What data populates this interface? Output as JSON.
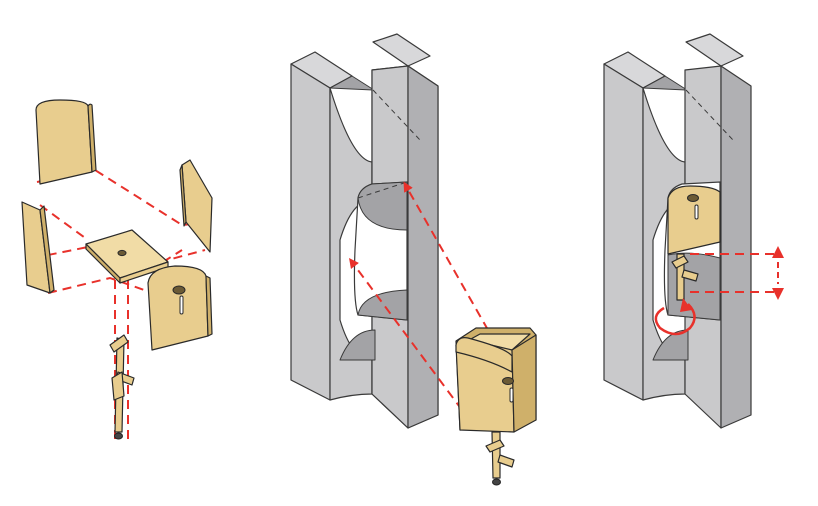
{
  "figure": {
    "panels": [
      {
        "id": "panel-exploded-cradle"
      },
      {
        "id": "panel-insert-cradle"
      },
      {
        "id": "panel-installed-adjust"
      }
    ]
  },
  "colors": {
    "wood": "#e8cd8e",
    "concrete": "#c9c9cb",
    "guide": "#e8312b"
  }
}
